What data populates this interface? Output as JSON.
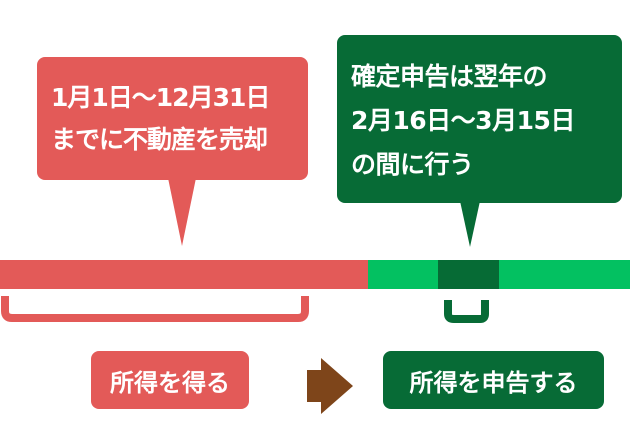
{
  "colors": {
    "red": "#e35a58",
    "dark_green": "#076b36",
    "light_green": "#03c161",
    "arrow_brown": "#7e451a",
    "background": "#ffffff"
  },
  "sale_bubble": {
    "lines": [
      "1月1日〜12月31日",
      "までに不動産を売却"
    ]
  },
  "filing_bubble": {
    "lines": [
      "確定申告は翌年の",
      "2月16日〜3月15日",
      "の間に行う"
    ]
  },
  "timeline": {
    "segments": [
      {
        "name": "sale-year",
        "color": "#e35a58",
        "from": 0,
        "to": 368
      },
      {
        "name": "next-year-before",
        "color": "#03c161",
        "from": 368,
        "to": 438
      },
      {
        "name": "filing-period",
        "color": "#076b36",
        "from": 438,
        "to": 499
      },
      {
        "name": "next-year-after",
        "color": "#03c161",
        "from": 499,
        "to": 630
      }
    ]
  },
  "steps": {
    "earn_income": "所得を得る",
    "file_income": "所得を申告する",
    "arrow_icon": "right-arrow-icon"
  }
}
